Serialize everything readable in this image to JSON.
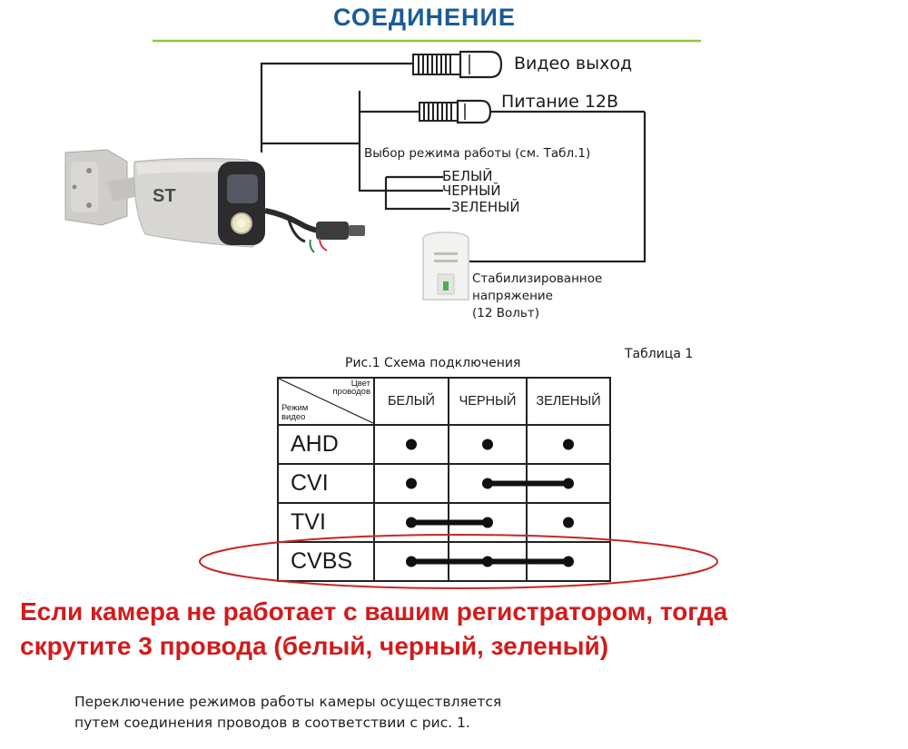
{
  "title": "СОЕДИНЕНИЕ",
  "colors": {
    "title": "#1a5b97",
    "rule": "#8cc63e",
    "warning": "#d21b1b",
    "highlight_ellipse": "#c72626"
  },
  "connectors": {
    "video_out": "Видео выход",
    "power": "Питание 12В",
    "mode_select": "Выбор режима работы (см. Табл.1)"
  },
  "wires": [
    "БЕЛЫЙ",
    "ЧЕРНЫЙ",
    "ЗЕЛЕНЫЙ"
  ],
  "power_supply": {
    "line1": "Стабилизированное",
    "line2": "напряжение",
    "line3": "(12 Вольт)"
  },
  "camera": {
    "brand": "ST"
  },
  "figure_caption": "Рис.1 Схема подключения",
  "table_caption": "Таблица 1",
  "table": {
    "corner_top_line1": "Цвет",
    "corner_top_line2": "проводов",
    "corner_bottom_line1": "Режим",
    "corner_bottom_line2": "видео",
    "columns": [
      "БЕЛЫЙ",
      "ЧЕРНЫЙ",
      "ЗЕЛЕНЫЙ"
    ],
    "rows": [
      {
        "mode": "AHD",
        "dots": [
          true,
          true,
          true
        ],
        "connections": []
      },
      {
        "mode": "CVI",
        "dots": [
          true,
          true,
          true
        ],
        "connections": [
          [
            1,
            2
          ]
        ]
      },
      {
        "mode": "TVI",
        "dots": [
          true,
          true,
          true
        ],
        "connections": [
          [
            0,
            1
          ]
        ]
      },
      {
        "mode": "CVBS",
        "dots": [
          true,
          true,
          true
        ],
        "connections": [
          [
            0,
            2
          ]
        ],
        "highlighted": true
      }
    ]
  },
  "warning": {
    "line1": "Если камера не работает с вашим регистратором, тогда",
    "line2": "скрутите 3 провода (белый, черный, зеленый)"
  },
  "footer": {
    "line1": "Переключение режимов работы камеры осуществляется",
    "line2": "путем соединения проводов в соответствии с рис. 1."
  }
}
